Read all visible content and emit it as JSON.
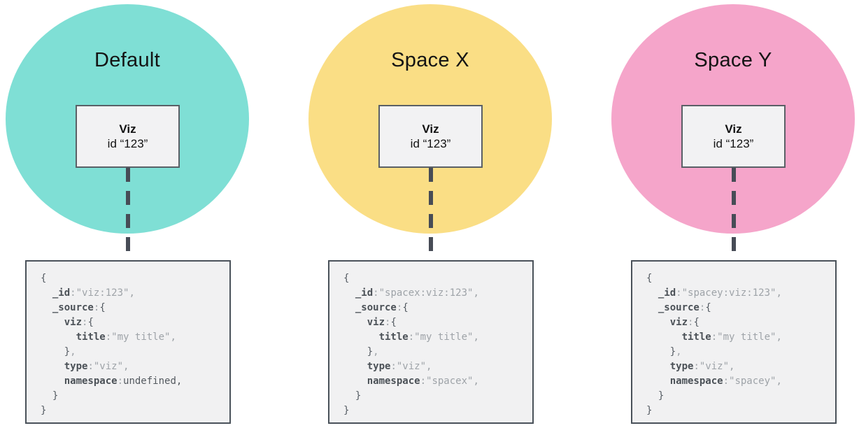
{
  "colors": {
    "default_circle": "#7FDFD5",
    "spacex_circle": "#FADE85",
    "spacey_circle": "#F5A5CA",
    "connector": "#474C56",
    "node_fill": "#F1F1F2",
    "node_border": "#4A525A",
    "code_key_text": "#4B5157",
    "code_value_text": "#9EA3A8"
  },
  "groups": [
    {
      "title": "Default",
      "circle_color": "#7FDFD5",
      "viz_node": {
        "name": "Viz",
        "id": "id “123”"
      },
      "code_lines": [
        [
          [
            "b",
            "{"
          ]
        ],
        [
          [
            "w",
            "  "
          ],
          [
            "k",
            "_id"
          ],
          [
            "p",
            ":"
          ],
          [
            "v",
            "\"viz:123\""
          ],
          [
            "p",
            ","
          ]
        ],
        [
          [
            "w",
            "  "
          ],
          [
            "k",
            "_source"
          ],
          [
            "p",
            ":"
          ],
          [
            "b",
            "{"
          ]
        ],
        [
          [
            "w",
            "    "
          ],
          [
            "k",
            "viz"
          ],
          [
            "p",
            ":"
          ],
          [
            "b",
            "{"
          ]
        ],
        [
          [
            "w",
            "      "
          ],
          [
            "k",
            "title"
          ],
          [
            "p",
            ":"
          ],
          [
            "v",
            "\"my title\""
          ],
          [
            "p",
            ","
          ]
        ],
        [
          [
            "w",
            "    "
          ],
          [
            "b",
            "}"
          ],
          [
            "p",
            ","
          ]
        ],
        [
          [
            "w",
            "    "
          ],
          [
            "k",
            "type"
          ],
          [
            "p",
            ":"
          ],
          [
            "v",
            "\"viz\""
          ],
          [
            "p",
            ","
          ]
        ],
        [
          [
            "w",
            "    "
          ],
          [
            "k",
            "namespace"
          ],
          [
            "p",
            ":"
          ],
          [
            "u",
            "undefined,"
          ]
        ],
        [
          [
            "w",
            "  "
          ],
          [
            "b",
            "}"
          ]
        ],
        [
          [
            "b",
            "}"
          ]
        ]
      ]
    },
    {
      "title": "Space X",
      "circle_color": "#FADE85",
      "viz_node": {
        "name": "Viz",
        "id": "id “123”"
      },
      "code_lines": [
        [
          [
            "b",
            "{"
          ]
        ],
        [
          [
            "w",
            "  "
          ],
          [
            "k",
            "_id"
          ],
          [
            "p",
            ":"
          ],
          [
            "v",
            "\"spacex:viz:123\""
          ],
          [
            "p",
            ","
          ]
        ],
        [
          [
            "w",
            "  "
          ],
          [
            "k",
            "_source"
          ],
          [
            "p",
            ":"
          ],
          [
            "b",
            "{"
          ]
        ],
        [
          [
            "w",
            "    "
          ],
          [
            "k",
            "viz"
          ],
          [
            "p",
            ":"
          ],
          [
            "b",
            "{"
          ]
        ],
        [
          [
            "w",
            "      "
          ],
          [
            "k",
            "title"
          ],
          [
            "p",
            ":"
          ],
          [
            "v",
            "\"my title\""
          ],
          [
            "p",
            ","
          ]
        ],
        [
          [
            "w",
            "    "
          ],
          [
            "b",
            "}"
          ],
          [
            "p",
            ","
          ]
        ],
        [
          [
            "w",
            "    "
          ],
          [
            "k",
            "type"
          ],
          [
            "p",
            ":"
          ],
          [
            "v",
            "\"viz\""
          ],
          [
            "p",
            ","
          ]
        ],
        [
          [
            "w",
            "    "
          ],
          [
            "k",
            "namespace"
          ],
          [
            "p",
            ":"
          ],
          [
            "v",
            "\"spacex\""
          ],
          [
            "p",
            ","
          ]
        ],
        [
          [
            "w",
            "  "
          ],
          [
            "b",
            "}"
          ]
        ],
        [
          [
            "b",
            "}"
          ]
        ]
      ]
    },
    {
      "title": "Space Y",
      "circle_color": "#F5A5CA",
      "viz_node": {
        "name": "Viz",
        "id": "id “123”"
      },
      "code_lines": [
        [
          [
            "b",
            "{"
          ]
        ],
        [
          [
            "w",
            "  "
          ],
          [
            "k",
            "_id"
          ],
          [
            "p",
            ":"
          ],
          [
            "v",
            "\"spacey:viz:123\""
          ],
          [
            "p",
            ","
          ]
        ],
        [
          [
            "w",
            "  "
          ],
          [
            "k",
            "_source"
          ],
          [
            "p",
            ":"
          ],
          [
            "b",
            "{"
          ]
        ],
        [
          [
            "w",
            "    "
          ],
          [
            "k",
            "viz"
          ],
          [
            "p",
            ":"
          ],
          [
            "b",
            "{"
          ]
        ],
        [
          [
            "w",
            "      "
          ],
          [
            "k",
            "title"
          ],
          [
            "p",
            ":"
          ],
          [
            "v",
            "\"my title\""
          ],
          [
            "p",
            ","
          ]
        ],
        [
          [
            "w",
            "    "
          ],
          [
            "b",
            "}"
          ],
          [
            "p",
            ","
          ]
        ],
        [
          [
            "w",
            "    "
          ],
          [
            "k",
            "type"
          ],
          [
            "p",
            ":"
          ],
          [
            "v",
            "\"viz\""
          ],
          [
            "p",
            ","
          ]
        ],
        [
          [
            "w",
            "    "
          ],
          [
            "k",
            "namespace"
          ],
          [
            "p",
            ":"
          ],
          [
            "v",
            "\"spacey\""
          ],
          [
            "p",
            ","
          ]
        ],
        [
          [
            "w",
            "  "
          ],
          [
            "b",
            "}"
          ]
        ],
        [
          [
            "b",
            "}"
          ]
        ]
      ]
    }
  ]
}
